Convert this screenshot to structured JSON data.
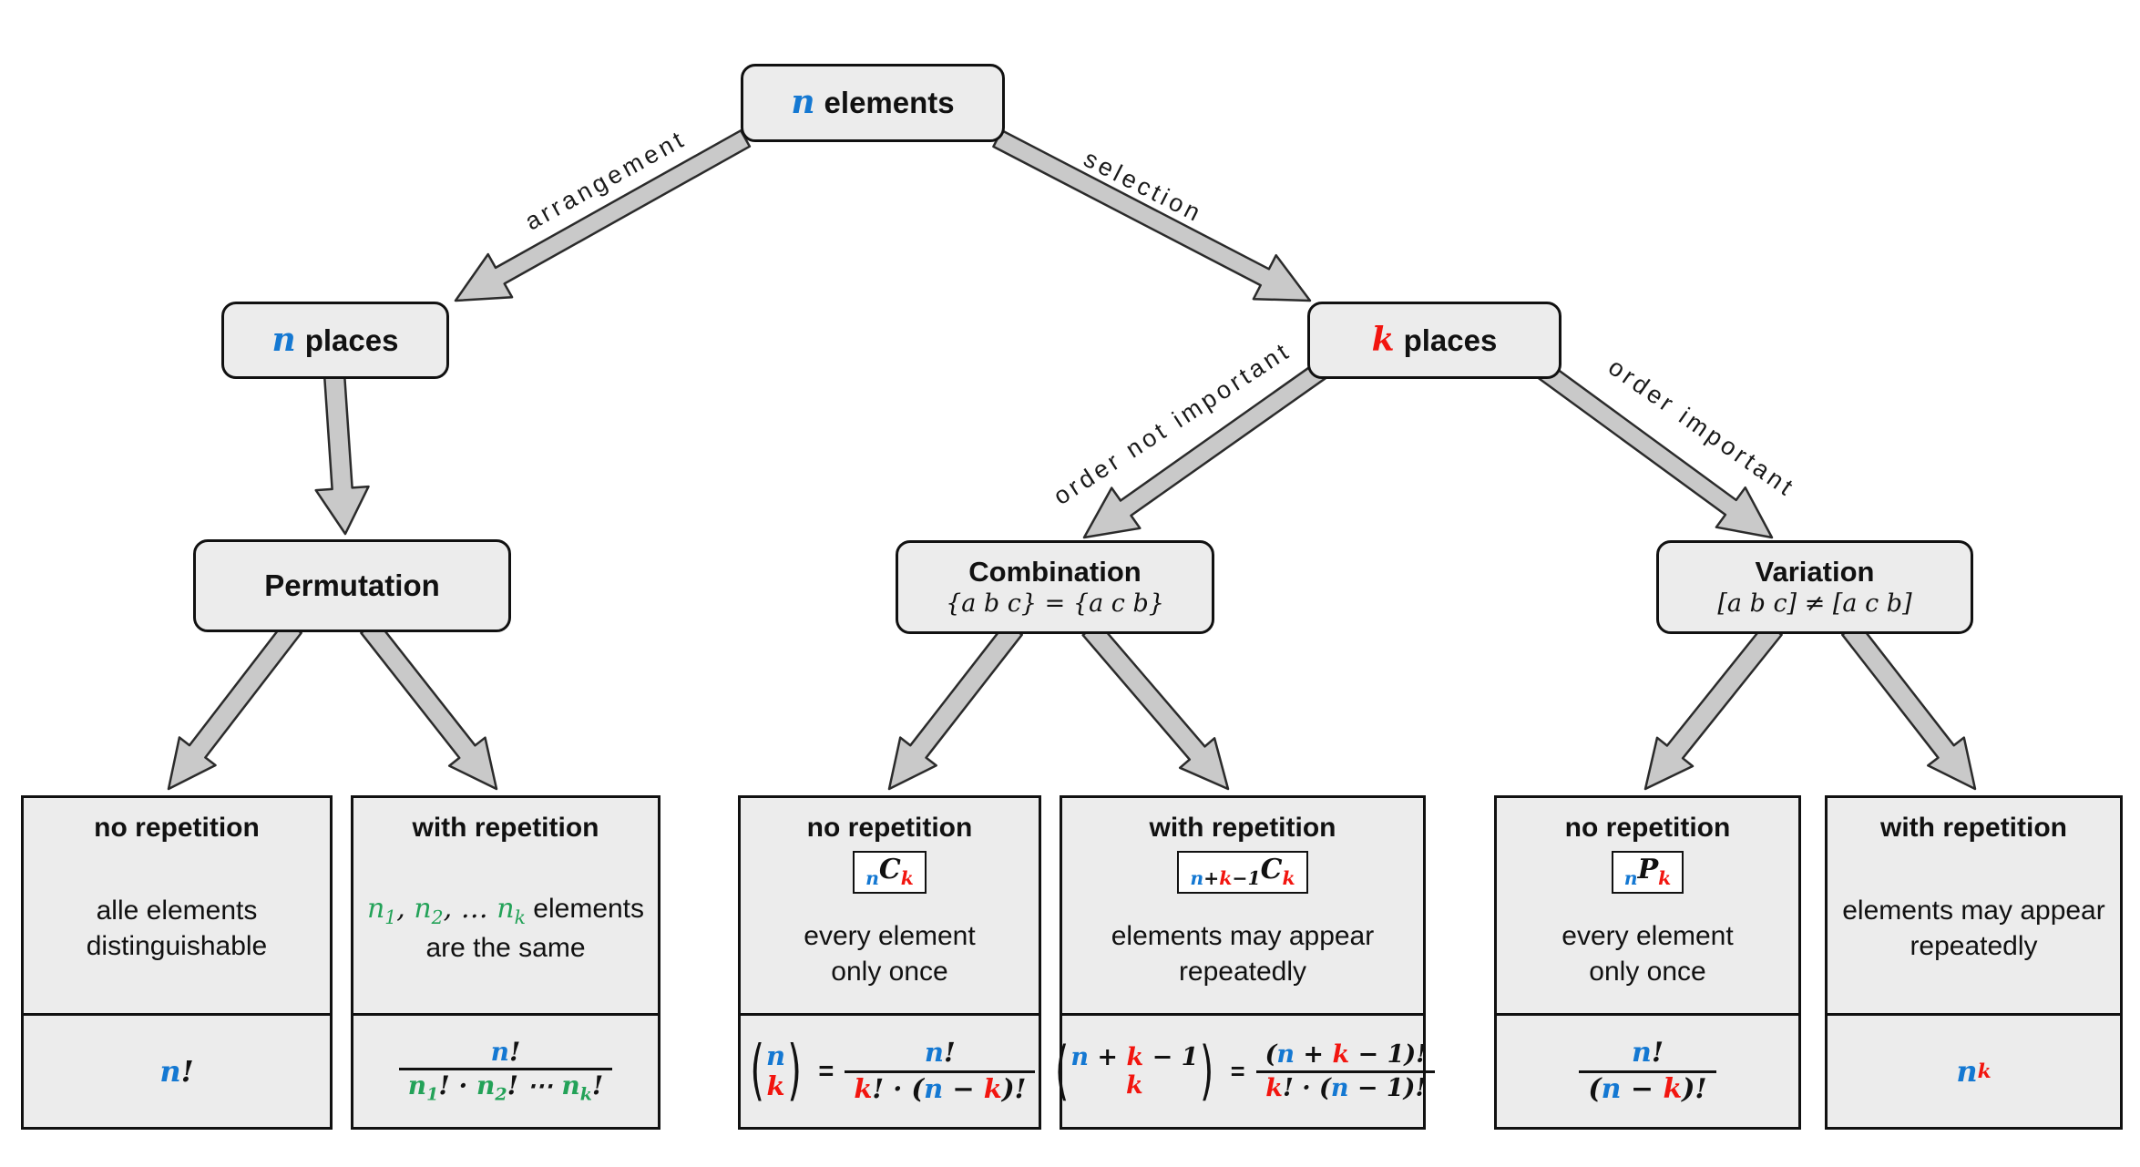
{
  "palette": {
    "blue": "#1478d2",
    "red": "#f2150f",
    "green": "#23a258",
    "boxfill": "#ececec",
    "boxborder": "#111111",
    "arrowfill": "#c9c9c9",
    "arrowstroke": "#2b2b2b"
  },
  "nodes": {
    "root": {
      "var": "n",
      "text": "elements"
    },
    "places_n": {
      "var": "n",
      "text": "places"
    },
    "places_k": {
      "var": "k",
      "text": "places"
    },
    "permutation": {
      "title": "Permutation"
    },
    "combination": {
      "title": "Combination",
      "subtitle": "{a b c} = {a c b}"
    },
    "variation": {
      "title": "Variation",
      "subtitle": "[a b c] ≠ [a c b]"
    }
  },
  "edge_labels": {
    "arrangement": "arrangement",
    "selection": "selection",
    "order_not": "order not important",
    "order_imp": "order important"
  },
  "leaves": {
    "perm_no": {
      "heading": "no repetition",
      "body1": "alle elements",
      "body2": "distinguishable",
      "f_n": "n",
      "f_bang": "!"
    },
    "perm_with": {
      "heading": "with repetition",
      "bm_n1": "n",
      "bm_s1": "1",
      "bm_sep1": ", ",
      "bm_n2": "n",
      "bm_s2": "2",
      "bm_sep2": ", … ",
      "bm_nk": "n",
      "bm_sk": "k",
      "bm_rest": " elements",
      "body2": "are the same",
      "num_n": "n",
      "num_bang": "!",
      "d_n1": "n",
      "d_s1": "1",
      "d_b1": "! · ",
      "d_n2": "n",
      "d_s2": "2",
      "d_b2": "! ⋯ ",
      "d_nk": "n",
      "d_sk": "k",
      "d_bk": "!"
    },
    "comb_no": {
      "heading": "no repetition",
      "badge_pre": "n",
      "badge_c": "C",
      "badge_post": "k",
      "body1": "every element",
      "body2": "only once",
      "bi_top": "n",
      "bi_bot": "k",
      "eq": "=",
      "num_n": "n",
      "num_bang": "!",
      "den_k": "k",
      "den_m1": "! · (",
      "den_n": "n",
      "den_m2": " − ",
      "den_k2": "k",
      "den_m3": ")!"
    },
    "comb_with": {
      "heading": "with repetition",
      "badge_n": "n",
      "badge_p": "+",
      "badge_k": "k",
      "badge_m": "−1",
      "badge_c": "C",
      "badge_post": "k",
      "body1": "elements may appear",
      "body2": "repeatedly",
      "bi_n": "n",
      "bi_p": " + ",
      "bi_k": "k",
      "bi_m": " − 1",
      "bi_bot": "k",
      "eq": "=",
      "num_o": "(",
      "num_n": "n",
      "num_p": " + ",
      "num_k": "k",
      "num_m": " − 1",
      "num_c": ")!",
      "den_k": "k",
      "den_m1": "! · (",
      "den_n": "n",
      "den_m2": " − 1)!"
    },
    "var_no": {
      "heading": "no repetition",
      "badge_pre": "n",
      "badge_c": "P",
      "badge_post": "k",
      "body1": "every element",
      "body2": "only once",
      "num_n": "n",
      "num_bang": "!",
      "den_o": "(",
      "den_n": "n",
      "den_m": " − ",
      "den_k": "k",
      "den_c": ")!"
    },
    "var_with": {
      "heading": "with repetition",
      "body1": "elements may appear",
      "body2": "repeatedly",
      "f_n": "n",
      "f_sup": "k"
    }
  }
}
